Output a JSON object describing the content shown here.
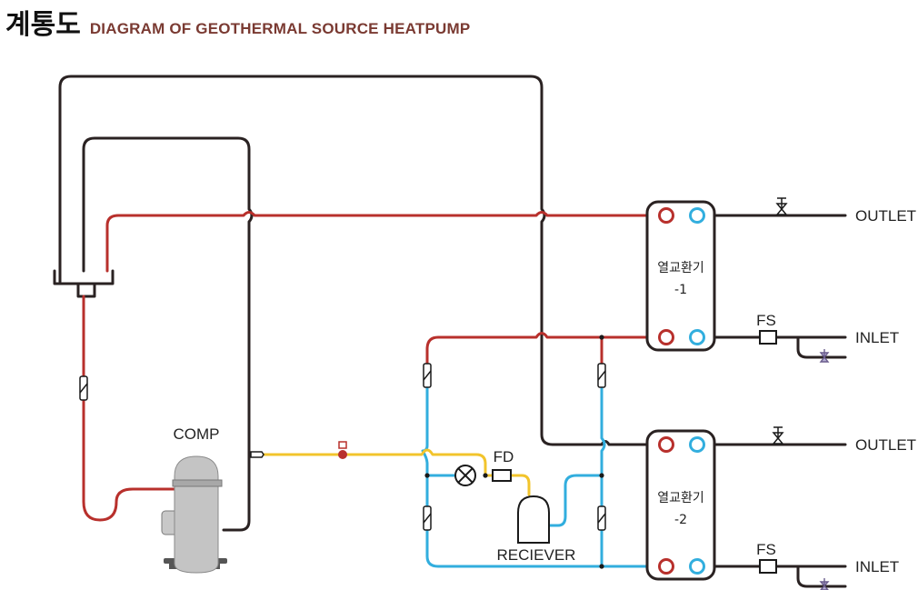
{
  "header": {
    "title_kr": "계통도",
    "title_en": "DIAGRAM OF GEOTHERMAL SOURCE HEATPUMP"
  },
  "labels": {
    "comp": "COMP",
    "fd": "FD",
    "receiver": "RECIEVER",
    "hx1_name": "열교환기",
    "hx1_num": "-1",
    "hx2_name": "열교환기",
    "hx2_num": "-2",
    "outlet_1": "OUTLET",
    "inlet_1": "INLET",
    "outlet_2": "OUTLET",
    "inlet_2": "INLET",
    "fs_1": "FS",
    "fs_2": "FS"
  },
  "colors": {
    "hot_gas": "#b8302c",
    "cold_liquid": "#32aede",
    "suction_liquid": "#f2c42c",
    "water_line": "#2a2222",
    "title_accent": "#7a3a32"
  }
}
